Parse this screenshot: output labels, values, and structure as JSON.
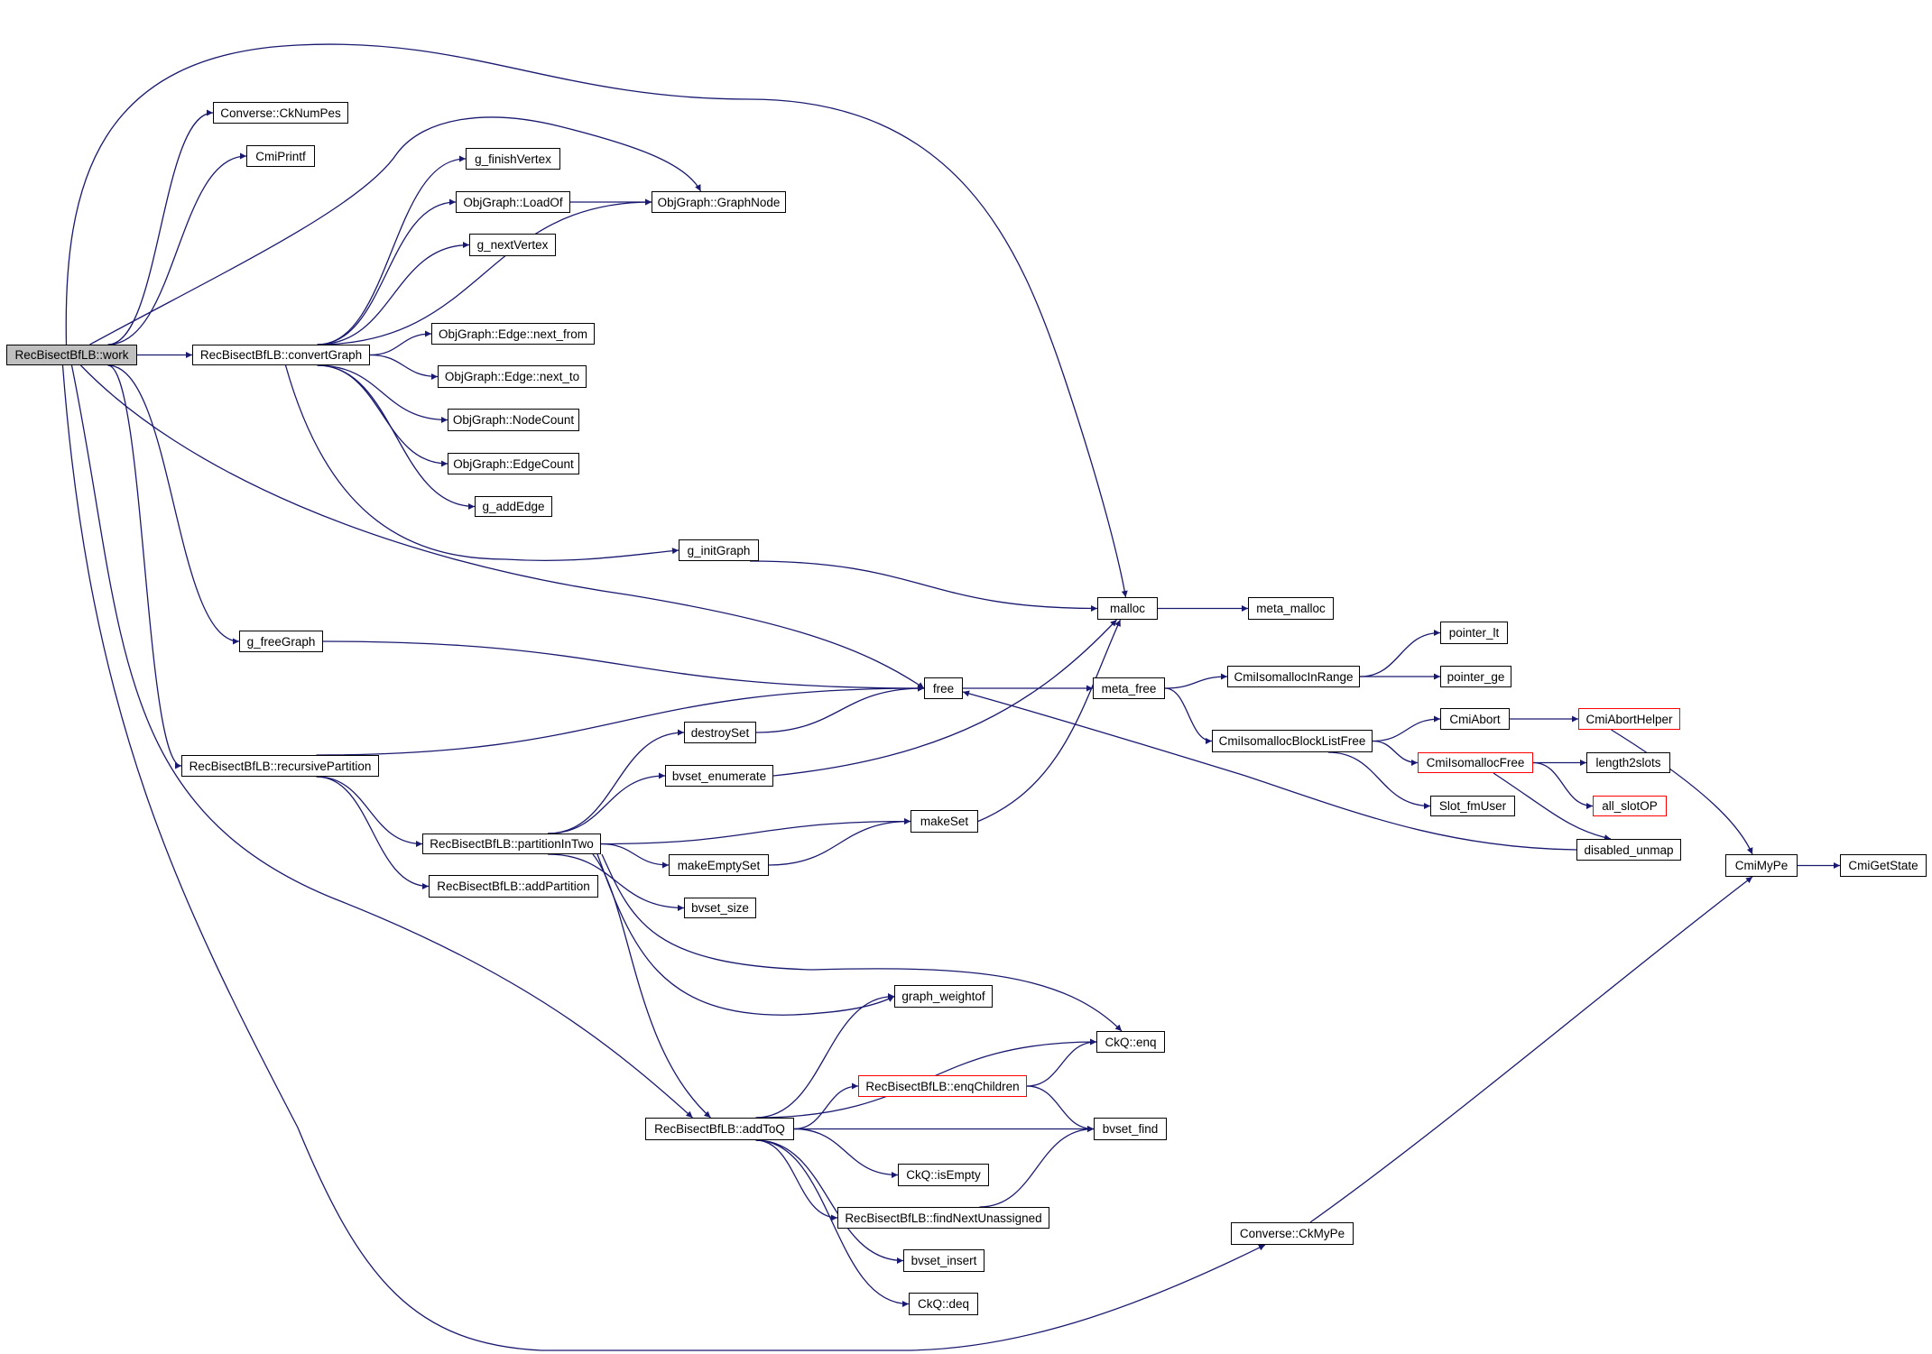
{
  "graph": {
    "edge_color": "#191970",
    "root_fill": "#bfbfbf",
    "truncated_border": "#ff0000",
    "nodes": {
      "work": {
        "label": "RecBisectBfLB::work",
        "kind": "root"
      },
      "ckNumPes": {
        "label": "Converse::CkNumPes"
      },
      "cmiPrintf": {
        "label": "CmiPrintf"
      },
      "gFinishVertex": {
        "label": "g_finishVertex"
      },
      "loadOf": {
        "label": "ObjGraph::LoadOf"
      },
      "graphNode": {
        "label": "ObjGraph::GraphNode"
      },
      "gNextVertex": {
        "label": "g_nextVertex"
      },
      "convertGraph": {
        "label": "RecBisectBfLB::convertGraph"
      },
      "nextFrom": {
        "label": "ObjGraph::Edge::next_from"
      },
      "nextTo": {
        "label": "ObjGraph::Edge::next_to"
      },
      "nodeCount": {
        "label": "ObjGraph::NodeCount"
      },
      "edgeCount": {
        "label": "ObjGraph::EdgeCount"
      },
      "gAddEdge": {
        "label": "g_addEdge"
      },
      "gInitGraph": {
        "label": "g_initGraph"
      },
      "malloc": {
        "label": "malloc"
      },
      "metaMalloc": {
        "label": "meta_malloc"
      },
      "gFreeGraph": {
        "label": "g_freeGraph"
      },
      "free": {
        "label": "free"
      },
      "metaFree": {
        "label": "meta_free"
      },
      "inRange": {
        "label": "CmiIsomallocInRange"
      },
      "pointerLt": {
        "label": "pointer_lt"
      },
      "pointerGe": {
        "label": "pointer_ge"
      },
      "blockListFree": {
        "label": "CmiIsomallocBlockListFree"
      },
      "cmiAbort": {
        "label": "CmiAbort"
      },
      "cmiAbortHelper": {
        "label": "CmiAbortHelper",
        "kind": "truncated"
      },
      "isomallocFree": {
        "label": "CmiIsomallocFree",
        "kind": "truncated"
      },
      "length2slots": {
        "label": "length2slots"
      },
      "allSlotOP": {
        "label": "all_slotOP",
        "kind": "truncated"
      },
      "slotFmUser": {
        "label": "Slot_fmUser"
      },
      "disabledUnmap": {
        "label": "disabled_unmap"
      },
      "cmiMyPe": {
        "label": "CmiMyPe"
      },
      "cmiGetState": {
        "label": "CmiGetState"
      },
      "recursivePartition": {
        "label": "RecBisectBfLB::recursivePartition"
      },
      "partitionInTwo": {
        "label": "RecBisectBfLB::partitionInTwo"
      },
      "addPartition": {
        "label": "RecBisectBfLB::addPartition"
      },
      "destroySet": {
        "label": "destroySet"
      },
      "bvsetEnumerate": {
        "label": "bvset_enumerate"
      },
      "makeSet": {
        "label": "makeSet"
      },
      "makeEmptySet": {
        "label": "makeEmptySet"
      },
      "bvsetSize": {
        "label": "bvset_size"
      },
      "graphWeightof": {
        "label": "graph_weightof"
      },
      "ckqEnq": {
        "label": "CkQ::enq"
      },
      "enqChildren": {
        "label": "RecBisectBfLB::enqChildren",
        "kind": "truncated"
      },
      "addToQ": {
        "label": "RecBisectBfLB::addToQ"
      },
      "bvsetFind": {
        "label": "bvset_find"
      },
      "ckqIsEmpty": {
        "label": "CkQ::isEmpty"
      },
      "findNextUnassigned": {
        "label": "RecBisectBfLB::findNextUnassigned"
      },
      "bvsetInsert": {
        "label": "bvset_insert"
      },
      "ckqDeq": {
        "label": "CkQ::deq"
      },
      "ckMyPe": {
        "label": "Converse::CkMyPe"
      }
    },
    "edges": [
      [
        "work",
        "ckNumPes"
      ],
      [
        "work",
        "cmiPrintf"
      ],
      [
        "work",
        "graphNode"
      ],
      [
        "work",
        "convertGraph"
      ],
      [
        "work",
        "malloc"
      ],
      [
        "work",
        "free"
      ],
      [
        "work",
        "gFreeGraph"
      ],
      [
        "work",
        "recursivePartition"
      ],
      [
        "work",
        "addToQ"
      ],
      [
        "work",
        "ckMyPe"
      ],
      [
        "convertGraph",
        "gFinishVertex"
      ],
      [
        "convertGraph",
        "loadOf"
      ],
      [
        "convertGraph",
        "gNextVertex"
      ],
      [
        "convertGraph",
        "graphNode"
      ],
      [
        "convertGraph",
        "nextFrom"
      ],
      [
        "convertGraph",
        "nextTo"
      ],
      [
        "convertGraph",
        "nodeCount"
      ],
      [
        "convertGraph",
        "edgeCount"
      ],
      [
        "convertGraph",
        "gAddEdge"
      ],
      [
        "convertGraph",
        "gInitGraph"
      ],
      [
        "loadOf",
        "graphNode"
      ],
      [
        "gInitGraph",
        "malloc"
      ],
      [
        "malloc",
        "metaMalloc"
      ],
      [
        "gFreeGraph",
        "free"
      ],
      [
        "free",
        "metaFree"
      ],
      [
        "metaFree",
        "inRange"
      ],
      [
        "metaFree",
        "blockListFree"
      ],
      [
        "inRange",
        "pointerLt"
      ],
      [
        "inRange",
        "pointerGe"
      ],
      [
        "blockListFree",
        "cmiAbort"
      ],
      [
        "blockListFree",
        "isomallocFree"
      ],
      [
        "blockListFree",
        "slotFmUser"
      ],
      [
        "cmiAbort",
        "cmiAbortHelper"
      ],
      [
        "cmiAbortHelper",
        "cmiMyPe"
      ],
      [
        "isomallocFree",
        "length2slots"
      ],
      [
        "isomallocFree",
        "allSlotOP"
      ],
      [
        "isomallocFree",
        "disabledUnmap"
      ],
      [
        "disabledUnmap",
        "free"
      ],
      [
        "cmiMyPe",
        "cmiGetState"
      ],
      [
        "recursivePartition",
        "free"
      ],
      [
        "recursivePartition",
        "partitionInTwo"
      ],
      [
        "recursivePartition",
        "addPartition"
      ],
      [
        "partitionInTwo",
        "destroySet"
      ],
      [
        "partitionInTwo",
        "bvsetEnumerate"
      ],
      [
        "partitionInTwo",
        "makeSet"
      ],
      [
        "partitionInTwo",
        "makeEmptySet"
      ],
      [
        "partitionInTwo",
        "bvsetSize"
      ],
      [
        "partitionInTwo",
        "graphWeightof"
      ],
      [
        "partitionInTwo",
        "ckqEnq"
      ],
      [
        "partitionInTwo",
        "addToQ"
      ],
      [
        "destroySet",
        "free"
      ],
      [
        "bvsetEnumerate",
        "malloc"
      ],
      [
        "makeSet",
        "malloc"
      ],
      [
        "makeEmptySet",
        "makeSet"
      ],
      [
        "addToQ",
        "graphWeightof"
      ],
      [
        "addToQ",
        "ckqEnq"
      ],
      [
        "addToQ",
        "enqChildren"
      ],
      [
        "addToQ",
        "bvsetFind"
      ],
      [
        "addToQ",
        "ckqIsEmpty"
      ],
      [
        "addToQ",
        "findNextUnassigned"
      ],
      [
        "addToQ",
        "bvsetInsert"
      ],
      [
        "addToQ",
        "ckqDeq"
      ],
      [
        "enqChildren",
        "ckqEnq"
      ],
      [
        "enqChildren",
        "bvsetFind"
      ],
      [
        "findNextUnassigned",
        "bvsetFind"
      ],
      [
        "ckMyPe",
        "cmiMyPe"
      ]
    ]
  }
}
